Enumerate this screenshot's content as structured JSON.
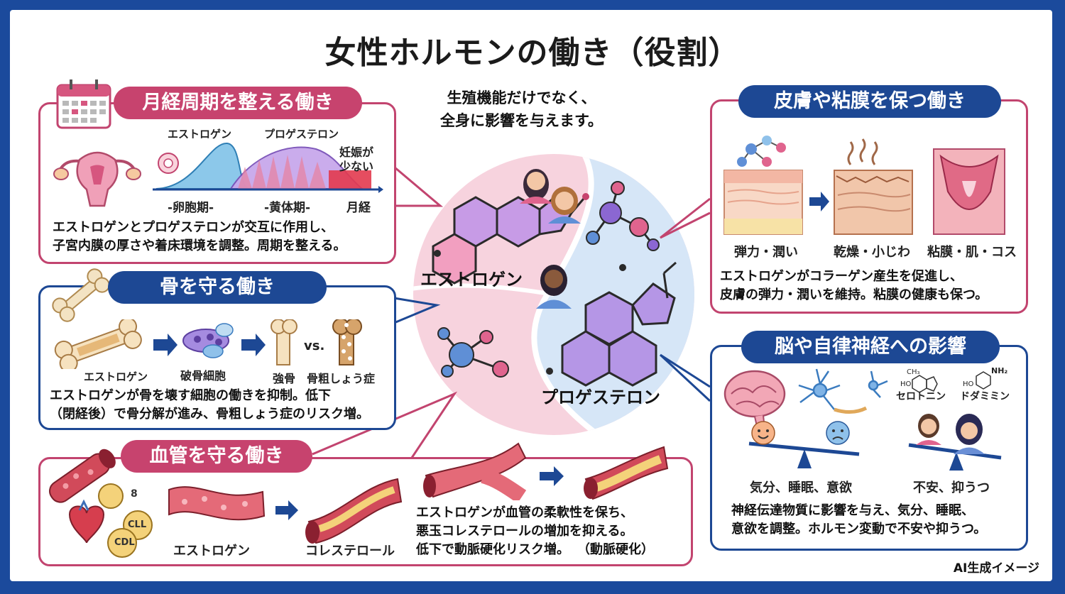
{
  "title": "女性ホルモンの働き（役割）",
  "center": {
    "caption_line1": "生殖機能だけでなく、",
    "caption_line2": "全身に影響を与えます。",
    "estrogen": "エストロゲン",
    "progesterone": "プロゲステロン"
  },
  "menstrual": {
    "heading": "月経周期を整える働き",
    "curve_estrogen": "エストロゲン",
    "curve_progesterone": "プロゲステロン",
    "pregnancy_line1": "妊娠が",
    "pregnancy_line2": "少ない",
    "phase1": "-卵胞期-",
    "phase2": "-黄体期-",
    "phase3": "月経",
    "desc_line1": "エストロゲンとプロゲステロンが交互に作用し、",
    "desc_line2": "子宮内膜の厚さや着床環境を調整。周期を整える。"
  },
  "bone": {
    "heading": "骨を守る働き",
    "label_estrogen": "エストロゲン",
    "label_osteoclast": "破骨細胞",
    "label_strong": "強骨",
    "vs": "vs.",
    "label_osteoporosis": "骨粗しょう症",
    "desc_line1": "エストロゲンが骨を壊す細胞の働きを抑制。低下",
    "desc_line2": "（閉経後）で骨分解が進み、骨粗しょう症のリスク増。"
  },
  "vessel": {
    "heading": "血管を守る働き",
    "label_estrogen": "エストロゲン",
    "label_cholesterol": "コレステロール",
    "badge_cll": "CLL",
    "badge_cdl": "CDL",
    "badge_8": "8",
    "desc_line1": "エストロゲンが血管の柔軟性を保ち、",
    "desc_line2": "悪玉コレステロールの増加を抑える。",
    "desc_line3": "低下で動脈硬化リスク増。",
    "desc_note": "（動脈硬化）"
  },
  "skin": {
    "heading": "皮膚や粘膜を保つ働き",
    "label1": "弾力・潤い",
    "label2": "乾燥・小じわ",
    "label3": "粘膜・肌・コス",
    "desc_line1": "エストロゲンがコラーゲン産生を促進し、",
    "desc_line2": "皮膚の弾力・潤いを維持。粘膜の健康も保つ。"
  },
  "brain": {
    "heading": "脳や自律神経への影響",
    "serotonin": "セロトニン",
    "dopamine": "ドダミミン",
    "nh2": "NH₂",
    "ho1": "HO",
    "ho2": "HO",
    "label_good": "気分、睡眠、意欲",
    "label_bad": "不安、抑うつ",
    "desc_line1": "神経伝達物質に影響を与え、気分、睡眠、",
    "desc_line2": "意欲を調整。ホルモン変動で不安や抑うつ。"
  },
  "footer": "AI生成イメージ",
  "colors": {
    "frame": "#1b4a9c",
    "pink_accent": "#c7436e",
    "blue_accent": "#1d4894",
    "estrogen_bg": "#f7d3de",
    "progesterone_bg": "#d6e6f7"
  }
}
